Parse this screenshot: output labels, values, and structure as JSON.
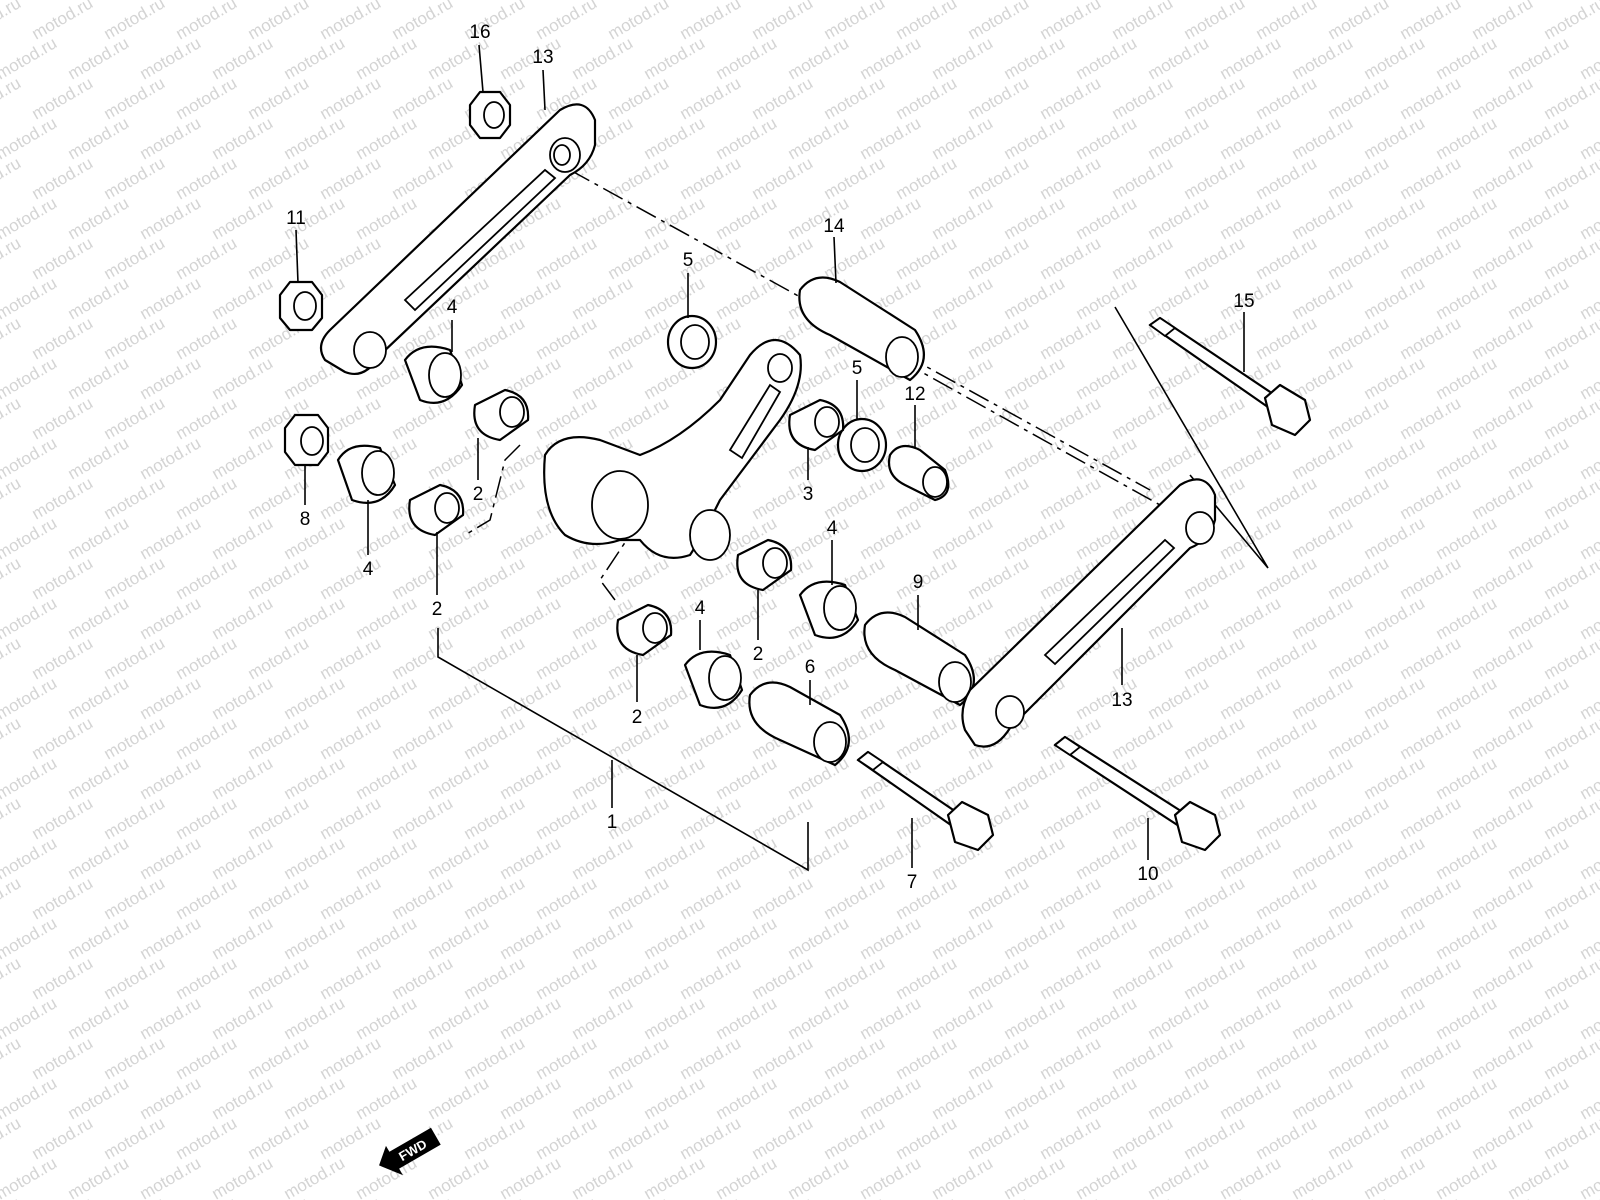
{
  "watermark": {
    "text": "motod.ru",
    "color": "#d4d4d4"
  },
  "fwd_label": "FWD",
  "callouts": [
    {
      "id": "16",
      "text": "16"
    },
    {
      "id": "13a",
      "text": "13"
    },
    {
      "id": "11",
      "text": "11"
    },
    {
      "id": "4a",
      "text": "4"
    },
    {
      "id": "14",
      "text": "14"
    },
    {
      "id": "5a",
      "text": "5"
    },
    {
      "id": "15",
      "text": "15"
    },
    {
      "id": "5b",
      "text": "5"
    },
    {
      "id": "12",
      "text": "12"
    },
    {
      "id": "2a",
      "text": "2"
    },
    {
      "id": "3",
      "text": "3"
    },
    {
      "id": "8",
      "text": "8"
    },
    {
      "id": "4b",
      "text": "4"
    },
    {
      "id": "2b",
      "text": "2"
    },
    {
      "id": "4c",
      "text": "4"
    },
    {
      "id": "9",
      "text": "9"
    },
    {
      "id": "4d",
      "text": "4"
    },
    {
      "id": "2c",
      "text": "2"
    },
    {
      "id": "6",
      "text": "6"
    },
    {
      "id": "2d",
      "text": "2"
    },
    {
      "id": "13b",
      "text": "13"
    },
    {
      "id": "1",
      "text": "1"
    },
    {
      "id": "7",
      "text": "7"
    },
    {
      "id": "10",
      "text": "10"
    }
  ]
}
